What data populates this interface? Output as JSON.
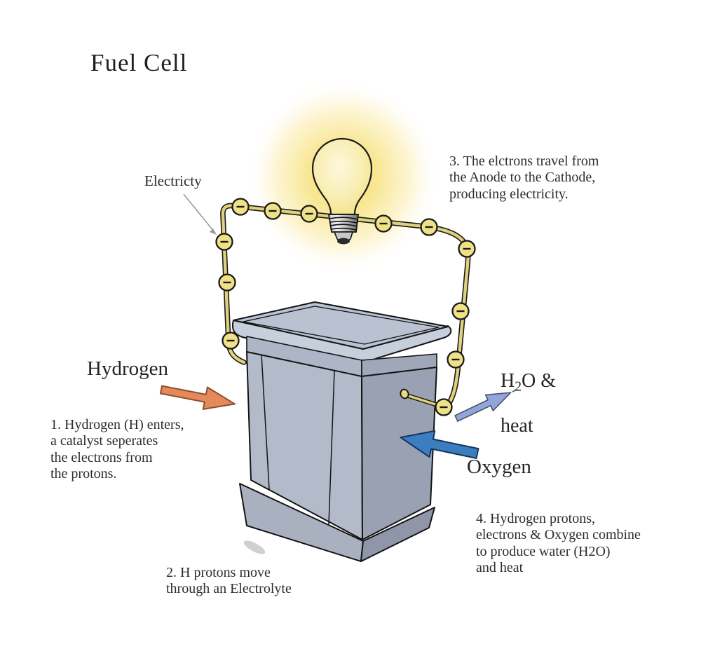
{
  "title": "Fuel Cell",
  "labels": {
    "electricity": "Electricty",
    "hydrogen": "Hydrogen",
    "oxygen": "Oxygen",
    "water": {
      "h": "H",
      "sub": "2",
      "o_amp": "O &",
      "line2": "heat"
    }
  },
  "notes": {
    "step1": "1. Hydrogen (H) enters,\na catalyst seperates\nthe electrons from\nthe protons.",
    "step2": "2. H protons move\nthrough an Electrolyte",
    "step3": "3. The elctrons travel from\nthe Anode to the Cathode,\nproducing electricity.",
    "step4": "4. Hydrogen protons,\nelectrons & Oxygen combine\nto produce water (H2O)\nand heat"
  },
  "icons": {
    "electron": "electron-minus-icon",
    "bulb": "light-bulb-icon",
    "electron_symbol": "−"
  },
  "colors": {
    "wire": "#e0d27d",
    "wire_outline": "#1a1a1a",
    "electron_fill": "#efe187",
    "hydrogen_arrow": "#e5895a",
    "oxygen_arrow": "#3c7dc0",
    "water_arrow": "#93a6d9",
    "box_front": "#b3bbca",
    "box_side": "#99a1b2",
    "box_top": "#bac2d2",
    "glow": "#f8e070"
  }
}
